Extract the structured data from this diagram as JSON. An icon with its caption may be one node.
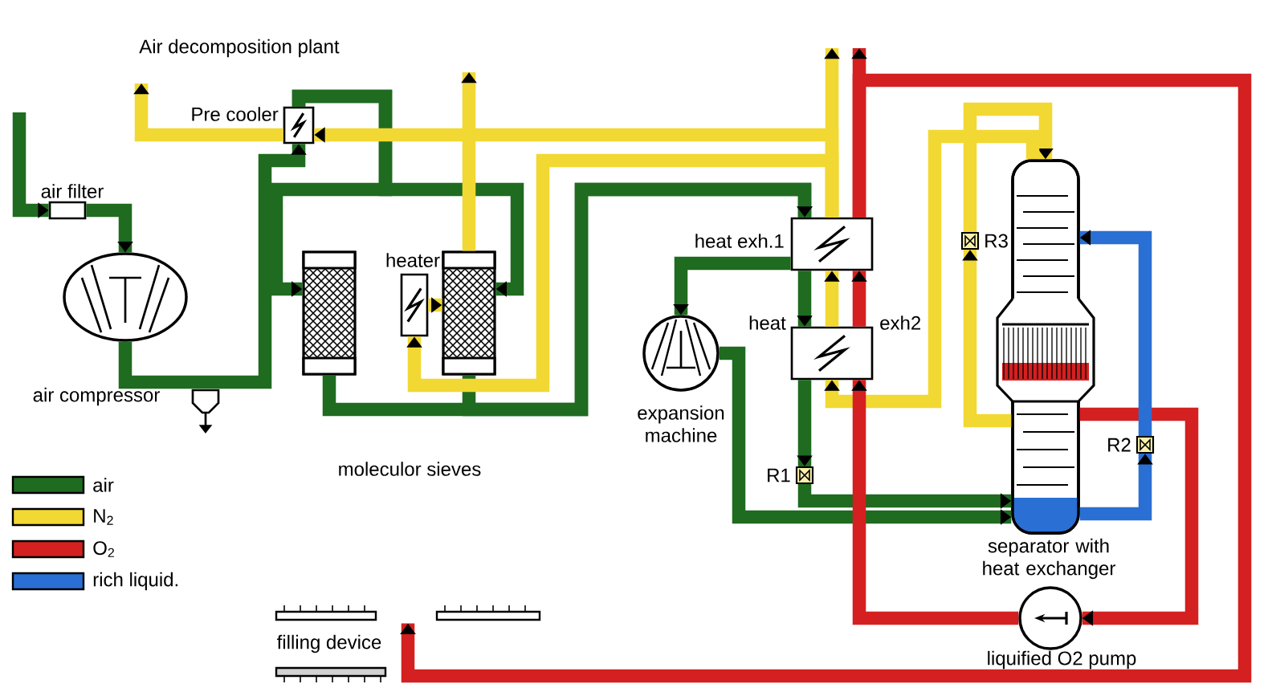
{
  "diagram": {
    "title": "Air decomposition plant",
    "nodes": [
      {
        "text": [
          "air filter"
        ]
      },
      {
        "text": [
          "air compressor"
        ]
      },
      {
        "text": [
          "Pre cooler"
        ]
      },
      {
        "text": [
          "moleculor sieves"
        ]
      },
      {
        "text": [],
        "shape": "cylinder"
      },
      {
        "text": [
          "heater"
        ]
      },
      {
        "text": [
          "heat exh.1"
        ]
      },
      {
        "text": [
          "heat",
          "exh2"
        ]
      },
      {
        "text": [
          "expansion machine"
        ]
      },
      {
        "text": [
          "R1"
        ]
      },
      {
        "text": [
          "R3"
        ]
      },
      {
        "text": [
          "separator with heat exchanger"
        ]
      },
      {
        "text": [
          "R2"
        ]
      },
      {
        "text": [
          "liquified O2 pump"
        ]
      },
      {
        "text": [
          "filling device"
        ]
      }
    ],
    "edges": [
      {
        "from": null,
        "to": 0,
        "arrow": "to"
      },
      {
        "from": 0,
        "to": 1,
        "arrow": "to"
      },
      {
        "from": 1,
        "to": 2,
        "arrow": "to"
      },
      {
        "from": 2,
        "to": 3,
        "arrow": "to"
      },
      {
        "from": 2,
        "to": 4,
        "arrow": "to"
      },
      {
        "from": 3,
        "to": 6,
        "arrow": "to"
      },
      {
        "from": 4,
        "to": 6,
        "arrow": "to"
      },
      {
        "from": 6,
        "to": 7,
        "arrow": "to"
      },
      {
        "from": 6,
        "to": 8,
        "arrow": "to"
      },
      {
        "from": 7,
        "to": 9,
        "arrow": "to"
      },
      {
        "from": 8,
        "to": 11,
        "arrow": "to"
      },
      {
        "from": 9,
        "to": 11,
        "arrow": "to"
      },
      {
        "from": 11,
        "to": 10,
        "arrow": "to",
        "color": "#f2d832"
      },
      {
        "from": 10,
        "to": 11,
        "arrow": "to",
        "color": "#f2d832"
      },
      {
        "from": 11,
        "to": 7,
        "arrow": "to",
        "color": "#f2d832"
      },
      {
        "from": 7,
        "to": 6,
        "arrow": "to",
        "color": "#f2d832"
      },
      {
        "from": 6,
        "to": null,
        "arrow": "to",
        "color": "#f2d832"
      },
      {
        "from": 6,
        "to": 2,
        "arrow": "to",
        "color": "#f2d832"
      },
      {
        "from": 2,
        "to": null,
        "arrow": "to",
        "color": "#f2d832"
      },
      {
        "from": 6,
        "to": 5,
        "arrow": "to",
        "color": "#f2d832"
      },
      {
        "from": 5,
        "to": 4,
        "arrow": "to",
        "color": "#f2d832"
      },
      {
        "from": 4,
        "to": null,
        "arrow": "to",
        "color": "#f2d832"
      },
      {
        "from": 11,
        "to": 13,
        "arrow": "to",
        "color": "#d42020"
      },
      {
        "from": 13,
        "to": 7,
        "arrow": "to",
        "color": "#d42020"
      },
      {
        "from": 7,
        "to": 6,
        "arrow": "to",
        "color": "#d42020"
      },
      {
        "from": 6,
        "to": null,
        "arrow": "to",
        "color": "#d42020"
      },
      {
        "from": 6,
        "to": 14,
        "arrow": "to",
        "color": "#d42020"
      },
      {
        "from": 11,
        "to": 12,
        "arrow": "to",
        "color": "#2a6fd4"
      },
      {
        "from": 12,
        "to": 11,
        "arrow": "to",
        "color": "#2a6fd4"
      }
    ],
    "legend": [
      {
        "text": "air",
        "color": "#1f6b20"
      },
      {
        "text": "N$_{2}$",
        "color": "#f2d832"
      },
      {
        "text": "O$_{2}$",
        "color": "#d42020"
      },
      {
        "text": "rich liquid.",
        "color": "#2a6fd4"
      }
    ]
  }
}
